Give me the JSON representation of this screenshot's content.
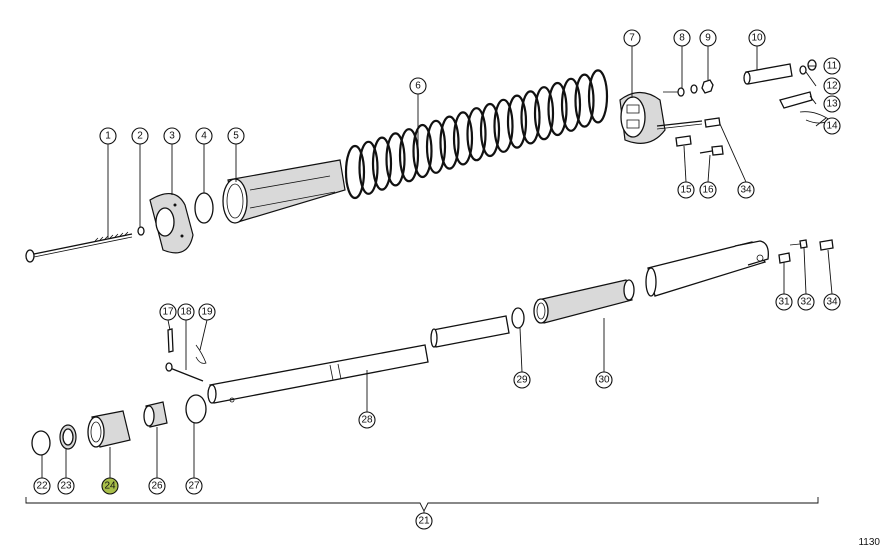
{
  "diagram": {
    "sheet_number": "1130",
    "highlighted_callout": "24",
    "highlight_color": "#a9bf4a",
    "callouts": [
      {
        "id": "1",
        "label": "1"
      },
      {
        "id": "2",
        "label": "2"
      },
      {
        "id": "3",
        "label": "3"
      },
      {
        "id": "4",
        "label": "4"
      },
      {
        "id": "5",
        "label": "5"
      },
      {
        "id": "6",
        "label": "6"
      },
      {
        "id": "7",
        "label": "7"
      },
      {
        "id": "8",
        "label": "8"
      },
      {
        "id": "9",
        "label": "9"
      },
      {
        "id": "10",
        "label": "10"
      },
      {
        "id": "11",
        "label": "11"
      },
      {
        "id": "12",
        "label": "12"
      },
      {
        "id": "13",
        "label": "13"
      },
      {
        "id": "14",
        "label": "14"
      },
      {
        "id": "15",
        "label": "15"
      },
      {
        "id": "16",
        "label": "16"
      },
      {
        "id": "34a",
        "label": "34"
      },
      {
        "id": "17",
        "label": "17"
      },
      {
        "id": "18",
        "label": "18"
      },
      {
        "id": "19",
        "label": "19"
      },
      {
        "id": "29",
        "label": "29"
      },
      {
        "id": "30",
        "label": "30"
      },
      {
        "id": "31",
        "label": "31"
      },
      {
        "id": "32",
        "label": "32"
      },
      {
        "id": "34b",
        "label": "34"
      },
      {
        "id": "28",
        "label": "28"
      },
      {
        "id": "22",
        "label": "22"
      },
      {
        "id": "23",
        "label": "23"
      },
      {
        "id": "24",
        "label": "24"
      },
      {
        "id": "26",
        "label": "26"
      },
      {
        "id": "27",
        "label": "27"
      },
      {
        "id": "21",
        "label": "21"
      }
    ]
  }
}
